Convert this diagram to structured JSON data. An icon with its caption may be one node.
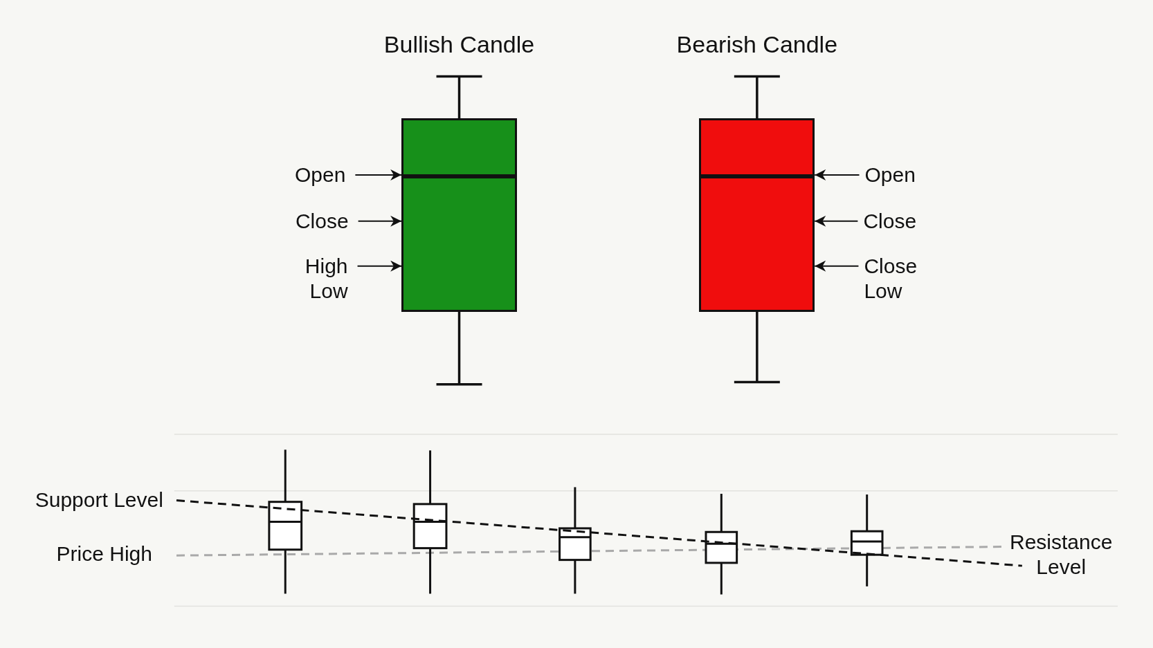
{
  "diagram": {
    "nodes": [
      {
        "text": [
          "Bullish Candle"
        ]
      },
      {
        "text": [
          "Bearish Candle"
        ]
      },
      {
        "text": [
          "Open"
        ]
      },
      {
        "text": [
          "Close"
        ]
      },
      {
        "text": [
          "High",
          "Low"
        ]
      },
      {
        "text": [
          "Open"
        ]
      },
      {
        "text": [
          "Close"
        ]
      },
      {
        "text": [
          "Close",
          "Low"
        ]
      }
    ],
    "edges": [
      {
        "from": 2,
        "to": 0,
        "arrow": "to"
      },
      {
        "from": 3,
        "to": 0,
        "arrow": "to"
      },
      {
        "from": 4,
        "to": 0,
        "arrow": "to"
      },
      {
        "from": 5,
        "to": 1,
        "arrow": "to"
      },
      {
        "from": 6,
        "to": 1,
        "arrow": "to"
      },
      {
        "from": 7,
        "to": 1,
        "arrow": "to"
      }
    ],
    "labels": [
      "Support Level",
      "Price High",
      "Resistance Level"
    ]
  }
}
